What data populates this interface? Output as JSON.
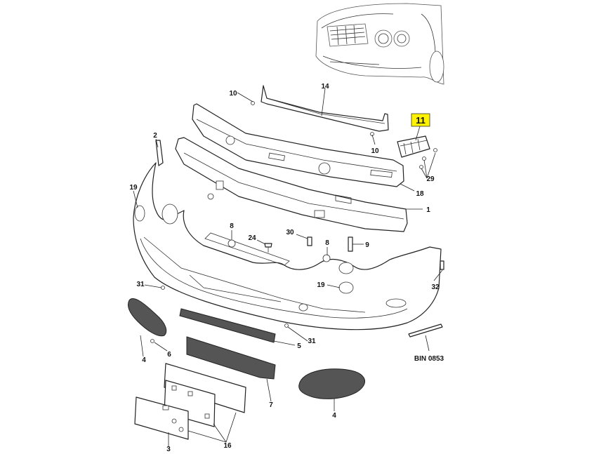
{
  "reference": "BIN 0853",
  "highlighted_callout": "11",
  "callouts": {
    "c14": "14",
    "c10a": "10",
    "c10b": "10",
    "c11": "11",
    "c2": "2",
    "c18": "18",
    "c29": "29",
    "c19a": "19",
    "c1": "1",
    "c8": "8",
    "c24": "24",
    "c30": "30",
    "c9": "9",
    "c31a": "31",
    "c19b": "19",
    "c32": "32",
    "c6": "6",
    "c5": "5",
    "c31b": "31",
    "c4a": "4",
    "c4b": "4",
    "c7": "7",
    "c16": "16",
    "c3": "3"
  },
  "colors": {
    "highlight": "#fff200",
    "mesh": "#555555",
    "line": "#222222"
  }
}
